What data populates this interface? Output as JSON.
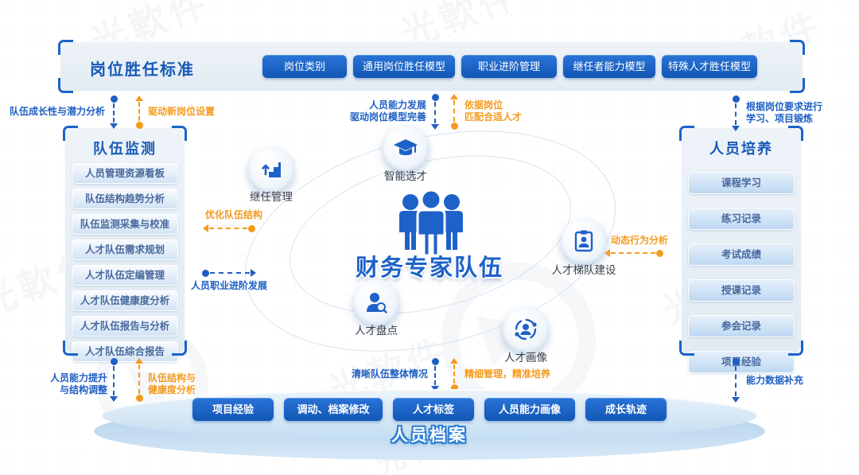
{
  "watermark": {
    "text": "光軟件"
  },
  "colors": {
    "primary_blue": "#1a64c8",
    "button_blue": "#1157b5",
    "accent_orange": "#f59a1d",
    "panel_bg": "#e9eff5"
  },
  "top_panel": {
    "title": "岗位胜任标准",
    "buttons": [
      "岗位类别",
      "通用岗位胜任模型",
      "职业进阶管理",
      "继任者能力模型",
      "特殊人才胜任模型"
    ]
  },
  "left_panel": {
    "title": "队伍监测",
    "items": [
      "人员管理资源看板",
      "队伍结构趋势分析",
      "队伍监测采集与校准",
      "人才队伍需求规划",
      "人才队伍定编管理",
      "人才队伍健康度分析",
      "人才队伍报告与分析",
      "人才队伍综合报告"
    ]
  },
  "right_panel": {
    "title": "人员培养",
    "items": [
      "课程学习",
      "练习记录",
      "考试成绩",
      "授课记录",
      "参会记录",
      "项目经验"
    ]
  },
  "center": {
    "team_title": "财务专家队伍",
    "nodes": [
      {
        "label": "继任管理",
        "icon": "stairs-up-icon"
      },
      {
        "label": "智能选才",
        "icon": "graduation-cap-icon"
      },
      {
        "label": "人才盘点",
        "icon": "person-search-icon"
      },
      {
        "label": "人才画像",
        "icon": "person-profile-icon"
      },
      {
        "label": "人才梯队建设",
        "icon": "clipboard-person-icon"
      }
    ]
  },
  "annotations": {
    "left_top_blue": "队伍成长性与潜力分析",
    "left_top_orange": "驱动新岗位设置",
    "center_top_blue_1": "人员能力发展",
    "center_top_blue_2": "驱动岗位模型完善",
    "center_top_orange_1": "依据岗位",
    "center_top_orange_2": "匹配合适人才",
    "right_top_blue_1": "根据岗位要求进行",
    "right_top_blue_2": "学习、项目锻炼",
    "mid_left_orange": "优化队伍结构",
    "mid_left_blue": "人员职业进阶发展",
    "mid_right_orange": "动态行为分析",
    "bottom_left_blue_1": "人员能力提升",
    "bottom_left_blue_2": "与结构调整",
    "bottom_left_orange_1": "队伍结构与",
    "bottom_left_orange_2": "健康度分析",
    "bottom_center_blue": "清晰队伍整体情况",
    "bottom_center_orange": "精细管理，精准培养",
    "bottom_right_blue": "能力数据补充"
  },
  "bottom_panel": {
    "title": "人员档案",
    "buttons": [
      "项目经验",
      "调动、档案修改",
      "人才标签",
      "人员能力画像",
      "成长轨迹"
    ]
  }
}
